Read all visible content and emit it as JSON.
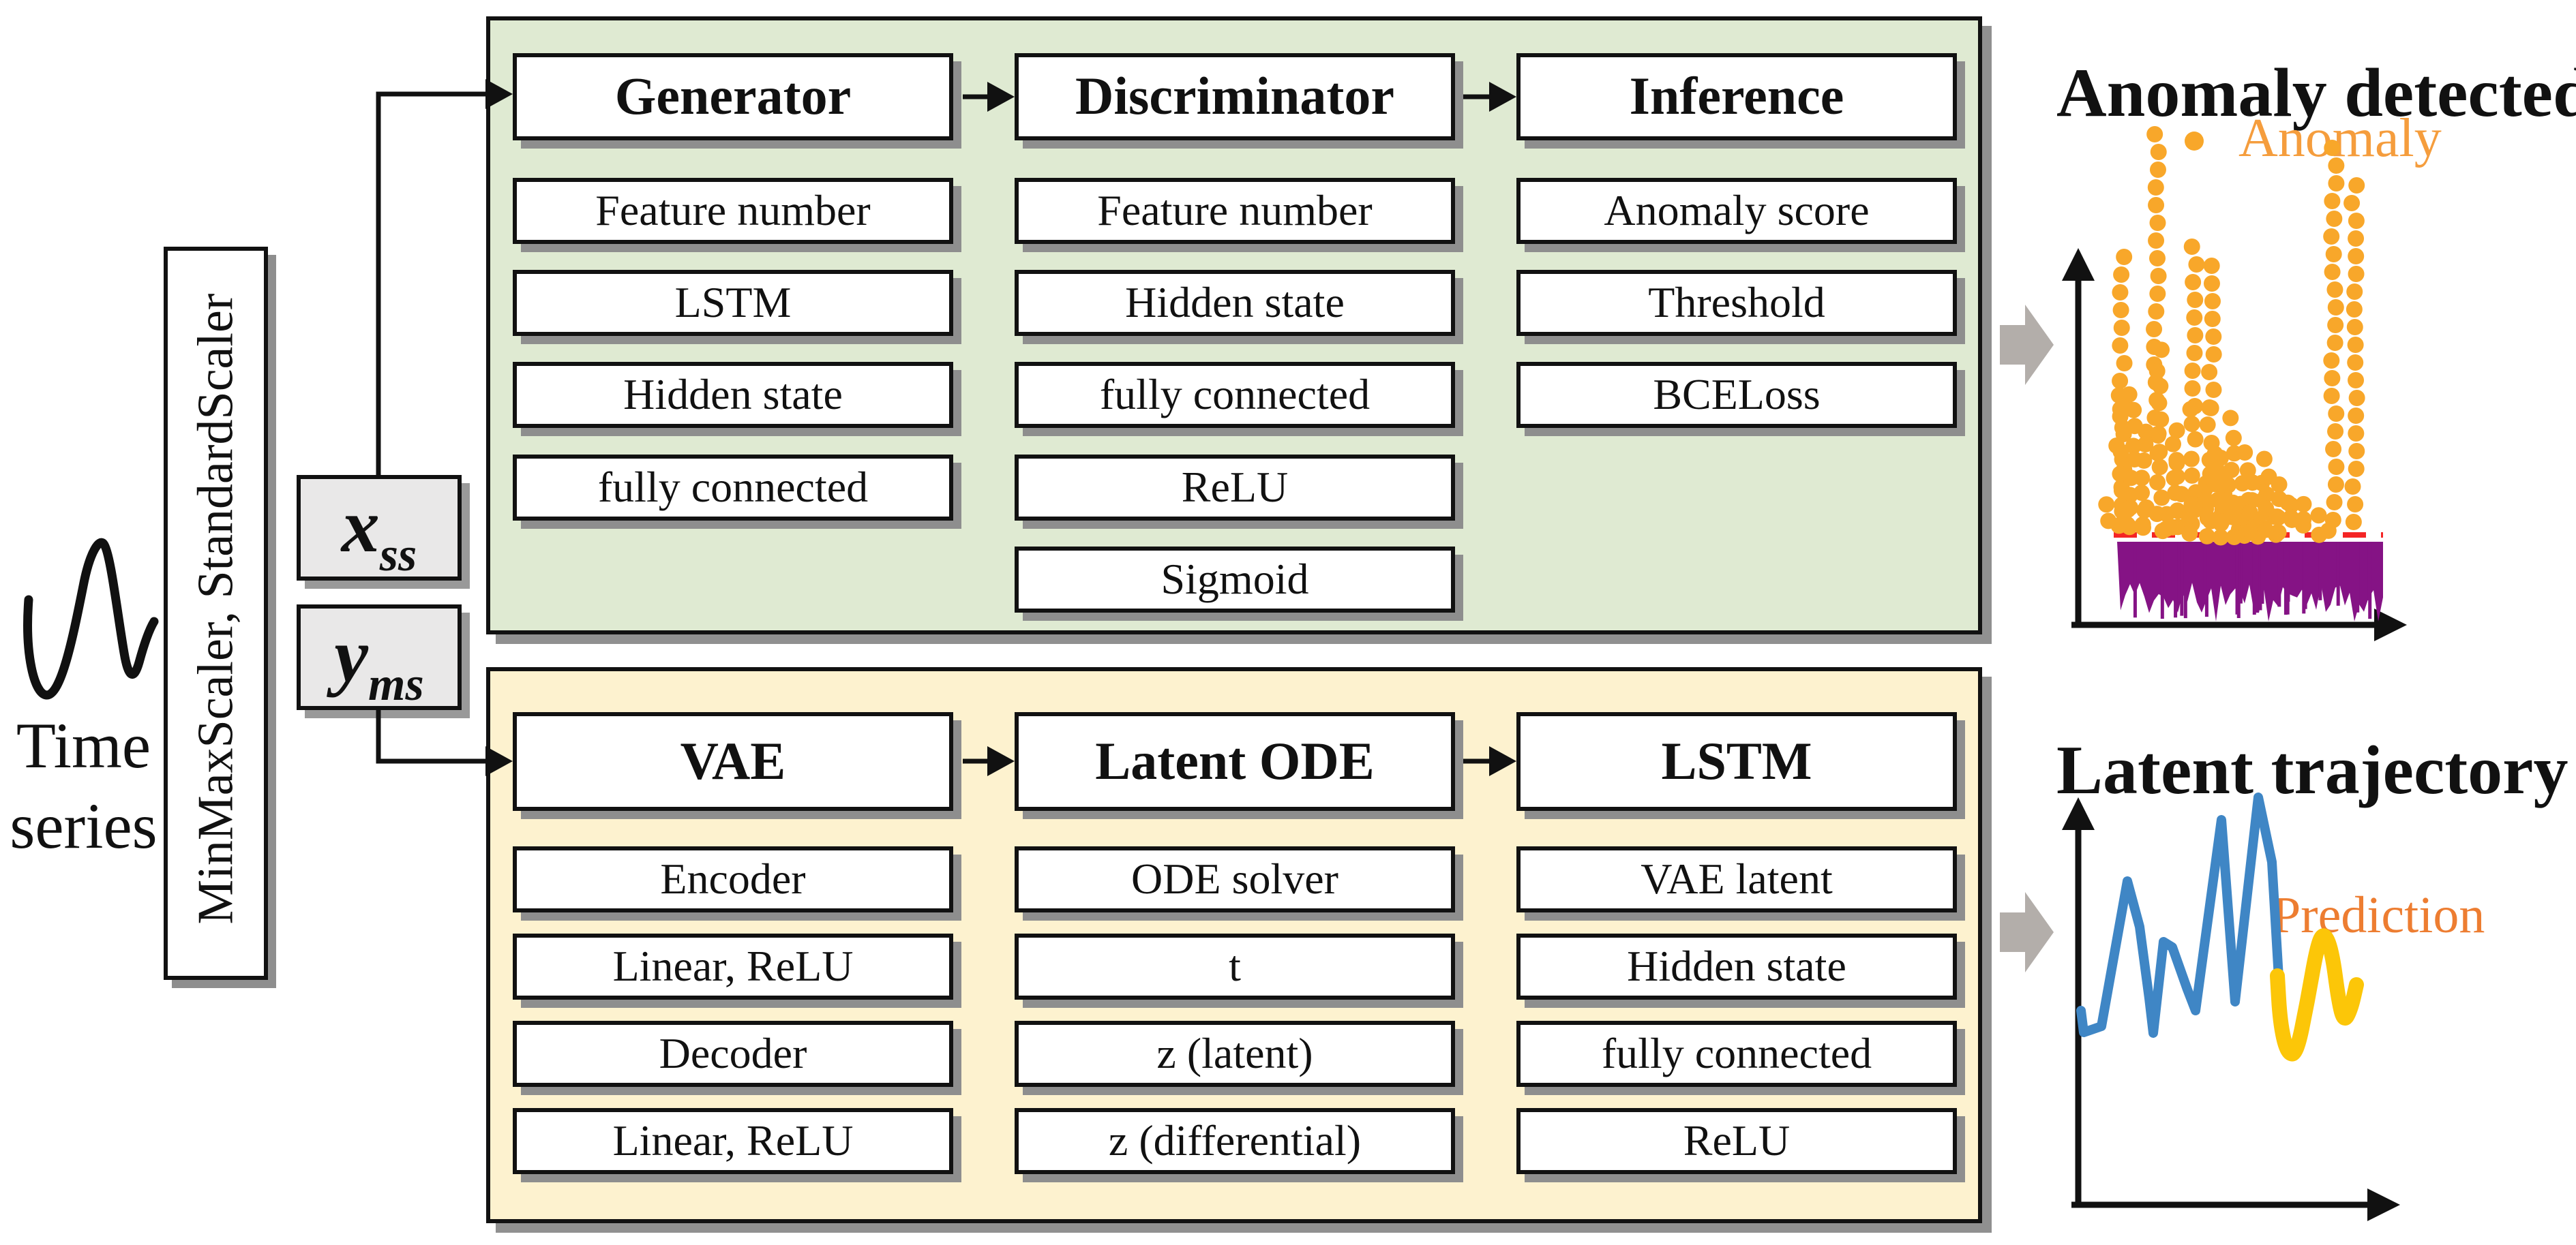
{
  "left": {
    "time_series_label_line1": "Time",
    "time_series_label_line2": "series",
    "scaler_label": "MinMaxScaler, StandardScaler",
    "x_ss": {
      "base": "x",
      "sub": "ss"
    },
    "y_ms": {
      "base": "y",
      "sub": "ms"
    }
  },
  "gan_panel": {
    "columns": [
      {
        "header": "Generator",
        "items": [
          "Feature number",
          "LSTM",
          "Hidden state",
          "fully connected"
        ]
      },
      {
        "header": "Discriminator",
        "items": [
          "Feature number",
          "Hidden state",
          "fully connected",
          "ReLU",
          "Sigmoid"
        ]
      },
      {
        "header": "Inference",
        "items": [
          "Anomaly score",
          "Threshold",
          "BCELoss"
        ]
      }
    ]
  },
  "ode_panel": {
    "columns": [
      {
        "header": "VAE",
        "items": [
          "Encoder",
          "Linear, ReLU",
          "Decoder",
          "Linear, ReLU"
        ]
      },
      {
        "header": "Latent ODE",
        "items": [
          "ODE solver",
          "t",
          "z (latent)",
          "z (differential)"
        ]
      },
      {
        "header": "LSTM",
        "items": [
          "VAE latent",
          "Hidden state",
          "fully connected",
          "ReLU"
        ]
      }
    ]
  },
  "colors": {
    "panel_green": "#dfead2",
    "panel_yellow": "#fdf2cf",
    "box_gray": "#e9e8e8",
    "shadow_gray": "#8e8e8e",
    "arrow_gray": "#b3aeaa",
    "purple": "#851385",
    "orange": "#f8a72a",
    "orange_legend_text": "#f59d3d",
    "orange_prediction_text": "#ed7d31",
    "red_threshold": "#f42525",
    "blue_line": "#3f86c5",
    "yellow_line": "#fcc608"
  },
  "chart_data": [
    {
      "type": "scatter",
      "title": "Anomaly detected",
      "legend": [
        {
          "label": "Anomaly",
          "marker": "dot",
          "color": "#f8a72a"
        }
      ],
      "axes": {
        "x_visible_ticks": false,
        "y_visible_ticks": false,
        "grid": false
      },
      "threshold_line": {
        "y": 132,
        "x1": 62,
        "x2": 457,
        "style": "dashed",
        "color": "#f42525"
      },
      "purple_signal_band": {
        "x1": 67,
        "x2": 457,
        "top": 122,
        "bottom_min": 5,
        "bottom_max": 62
      },
      "anomaly_clusters": [
        {
          "cx": 75,
          "top": 540,
          "base": 132,
          "hw": 7,
          "thin": true
        },
        {
          "cx": 80,
          "top": 420,
          "base": 132,
          "hw": 28,
          "thin": false
        },
        {
          "cx": 125,
          "top": 720,
          "base": 250,
          "hw": 6,
          "thin": true
        },
        {
          "cx": 130,
          "top": 400,
          "base": 132,
          "hw": 46,
          "thin": false
        },
        {
          "cx": 180,
          "top": 555,
          "base": 300,
          "hw": 6,
          "thin": true
        },
        {
          "cx": 205,
          "top": 527,
          "base": 300,
          "hw": 6,
          "thin": true
        },
        {
          "cx": 190,
          "top": 355,
          "base": 132,
          "hw": 55,
          "thin": false
        },
        {
          "cx": 235,
          "top": 300,
          "base": 132,
          "hw": 60,
          "thin": false
        },
        {
          "cx": 285,
          "top": 240,
          "base": 132,
          "hw": 60,
          "thin": false
        },
        {
          "cx": 330,
          "top": 185,
          "base": 132,
          "hw": 50,
          "thin": false
        },
        {
          "cx": 385,
          "top": 700,
          "base": 132,
          "hw": 11,
          "thin": true
        },
        {
          "cx": 415,
          "top": 645,
          "base": 132,
          "hw": 11,
          "thin": true
        }
      ]
    },
    {
      "type": "line",
      "title": "Latent trajectory",
      "annotation": "Prediction",
      "axes": {
        "x_visible_ticks": false,
        "y_visible_ticks": false,
        "grid": false
      },
      "series": [
        {
          "name": "latent trajectory",
          "color": "#3f86c5",
          "points": [
            [
              12,
              285
            ],
            [
              16,
              253
            ],
            [
              42,
              262
            ],
            [
              80,
              475
            ],
            [
              98,
              408
            ],
            [
              112,
              303
            ],
            [
              118,
              252
            ],
            [
              133,
              386
            ],
            [
              146,
              378
            ],
            [
              168,
              316
            ],
            [
              180,
              285
            ],
            [
              218,
              565
            ],
            [
              238,
              298
            ],
            [
              272,
              598
            ],
            [
              292,
              503
            ],
            [
              302,
              333
            ]
          ]
        },
        {
          "name": "prediction",
          "color": "#fcc608",
          "points": [
            [
              300,
              336
            ],
            [
              304,
              268
            ],
            [
              314,
              223
            ],
            [
              328,
              220
            ],
            [
              344,
              298
            ],
            [
              358,
              378
            ],
            [
              368,
              401
            ],
            [
              380,
              373
            ],
            [
              390,
              298
            ],
            [
              398,
              268
            ],
            [
              408,
              288
            ],
            [
              416,
              323
            ]
          ]
        }
      ]
    }
  ]
}
